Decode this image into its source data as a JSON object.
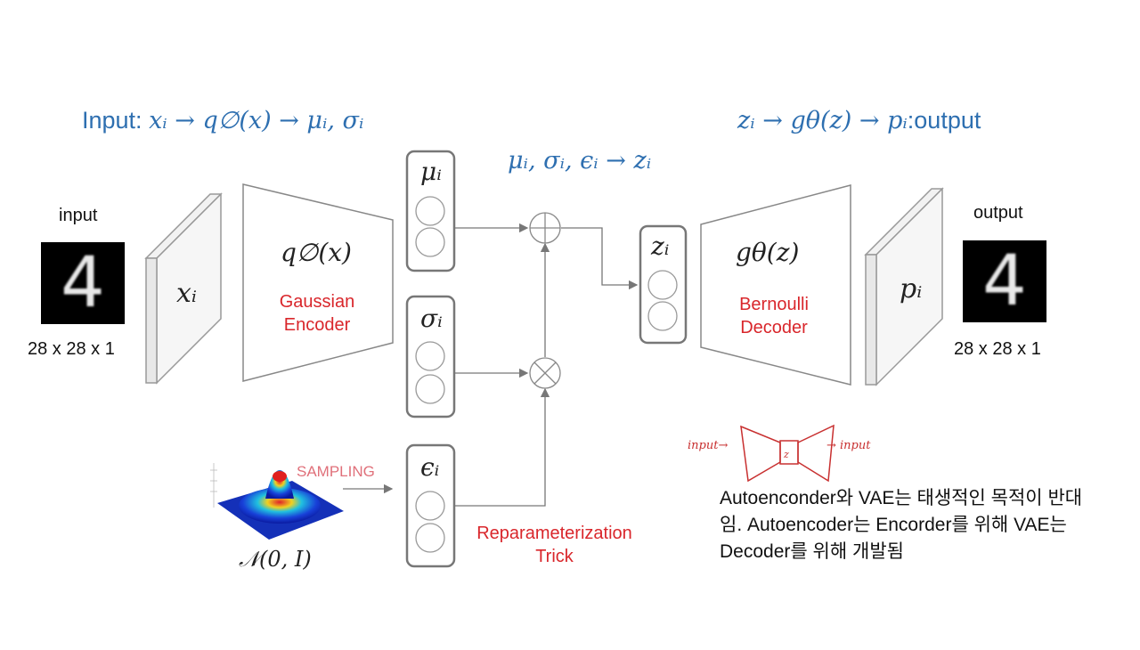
{
  "header_left": {
    "prefix": "Input: ",
    "formula": "xᵢ → q∅(x) → μᵢ, σᵢ"
  },
  "header_right": {
    "formula": "zᵢ → gθ(z) → pᵢ",
    "suffix": ":output"
  },
  "header_mid": {
    "formula": "μᵢ, σᵢ, ϵᵢ → zᵢ"
  },
  "input": {
    "label": "input",
    "dims": "28 x 28 x 1",
    "digit": "4"
  },
  "output": {
    "label": "output",
    "dims": "28 x 28 x 1",
    "digit": "4"
  },
  "x_layer": {
    "symbol": "xᵢ"
  },
  "encoder": {
    "symbol": "q∅(x)",
    "name": "Gaussian\nEncoder"
  },
  "mu_box": {
    "symbol": "μᵢ"
  },
  "sigma_box": {
    "symbol": "σᵢ"
  },
  "epsilon_box": {
    "symbol": "ϵᵢ"
  },
  "z_box": {
    "symbol": "zᵢ"
  },
  "decoder": {
    "symbol": "gθ(z)",
    "name": "Bernoulli\nDecoder"
  },
  "p_layer": {
    "symbol": "pᵢ"
  },
  "sampling": {
    "label": "SAMPLING",
    "distribution": "𝒩(0, I)"
  },
  "reparam": {
    "label": "Reparameterization\nTrick"
  },
  "sketch": {
    "in_label": "input→",
    "out_label": "→ input",
    "center": "z"
  },
  "note": {
    "text": "Autoenconder와 VAE는 태생적인 목적이 반대임. Autoencoder는 Encorder를 위해 VAE는 Decoder를 위해 개발됨"
  },
  "colors": {
    "blue": "#2e6fb0",
    "red": "#d9262b",
    "gray": "#777777"
  }
}
